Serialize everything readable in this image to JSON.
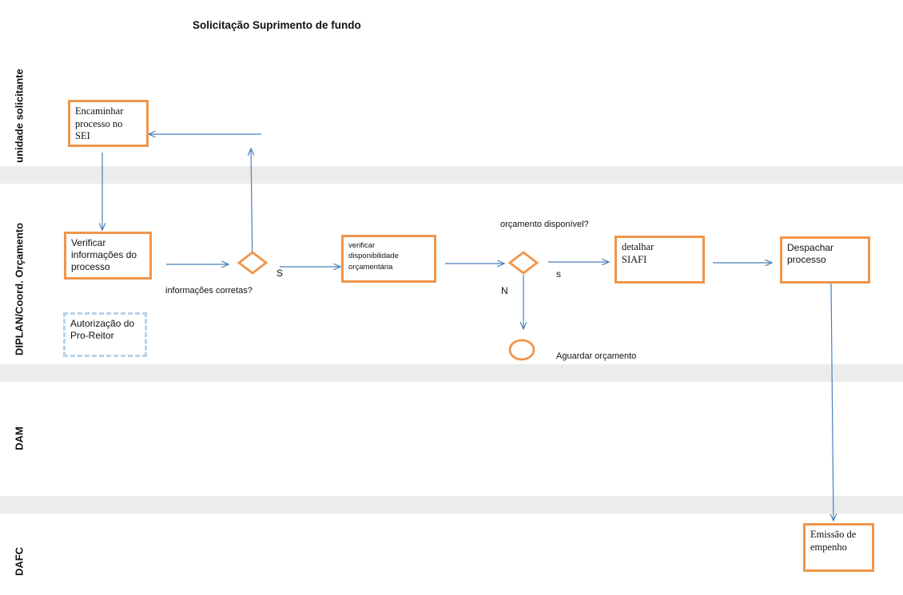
{
  "title": "Solicitação Suprimento de fundo",
  "lanes": [
    {
      "label": "unidade solicitante"
    },
    {
      "label": "DIPLAN/Coord. Orçamento"
    },
    {
      "label": "DAM"
    },
    {
      "label": "DAFC"
    }
  ],
  "boxes": {
    "encaminhar": "Encaminhar\nprocesso no\nSEI",
    "verificar_info": "Verificar\ninformações do\nprocesso",
    "autorizacao": "Autorização do\nPro-Reitor",
    "verificar_disp": "verificar\ndisponibilidade\norçamentária",
    "detalhar": "detalhar\nSIAFI",
    "despachar": "Despachar\nprocesso",
    "emissao": "Emissão de\nempenho"
  },
  "decisions": {
    "info_question": "informações corretas?",
    "info_yes": "S",
    "orc_question": "orçamento disponível?",
    "orc_yes": "s",
    "orc_no": "N"
  },
  "end_event": "Aguardar orçamento",
  "colors": {
    "box_border": "#f0954a",
    "dashed_border": "#b7d3ea",
    "arrow": "#4a7ebb",
    "lane_separator": "#ececec"
  }
}
